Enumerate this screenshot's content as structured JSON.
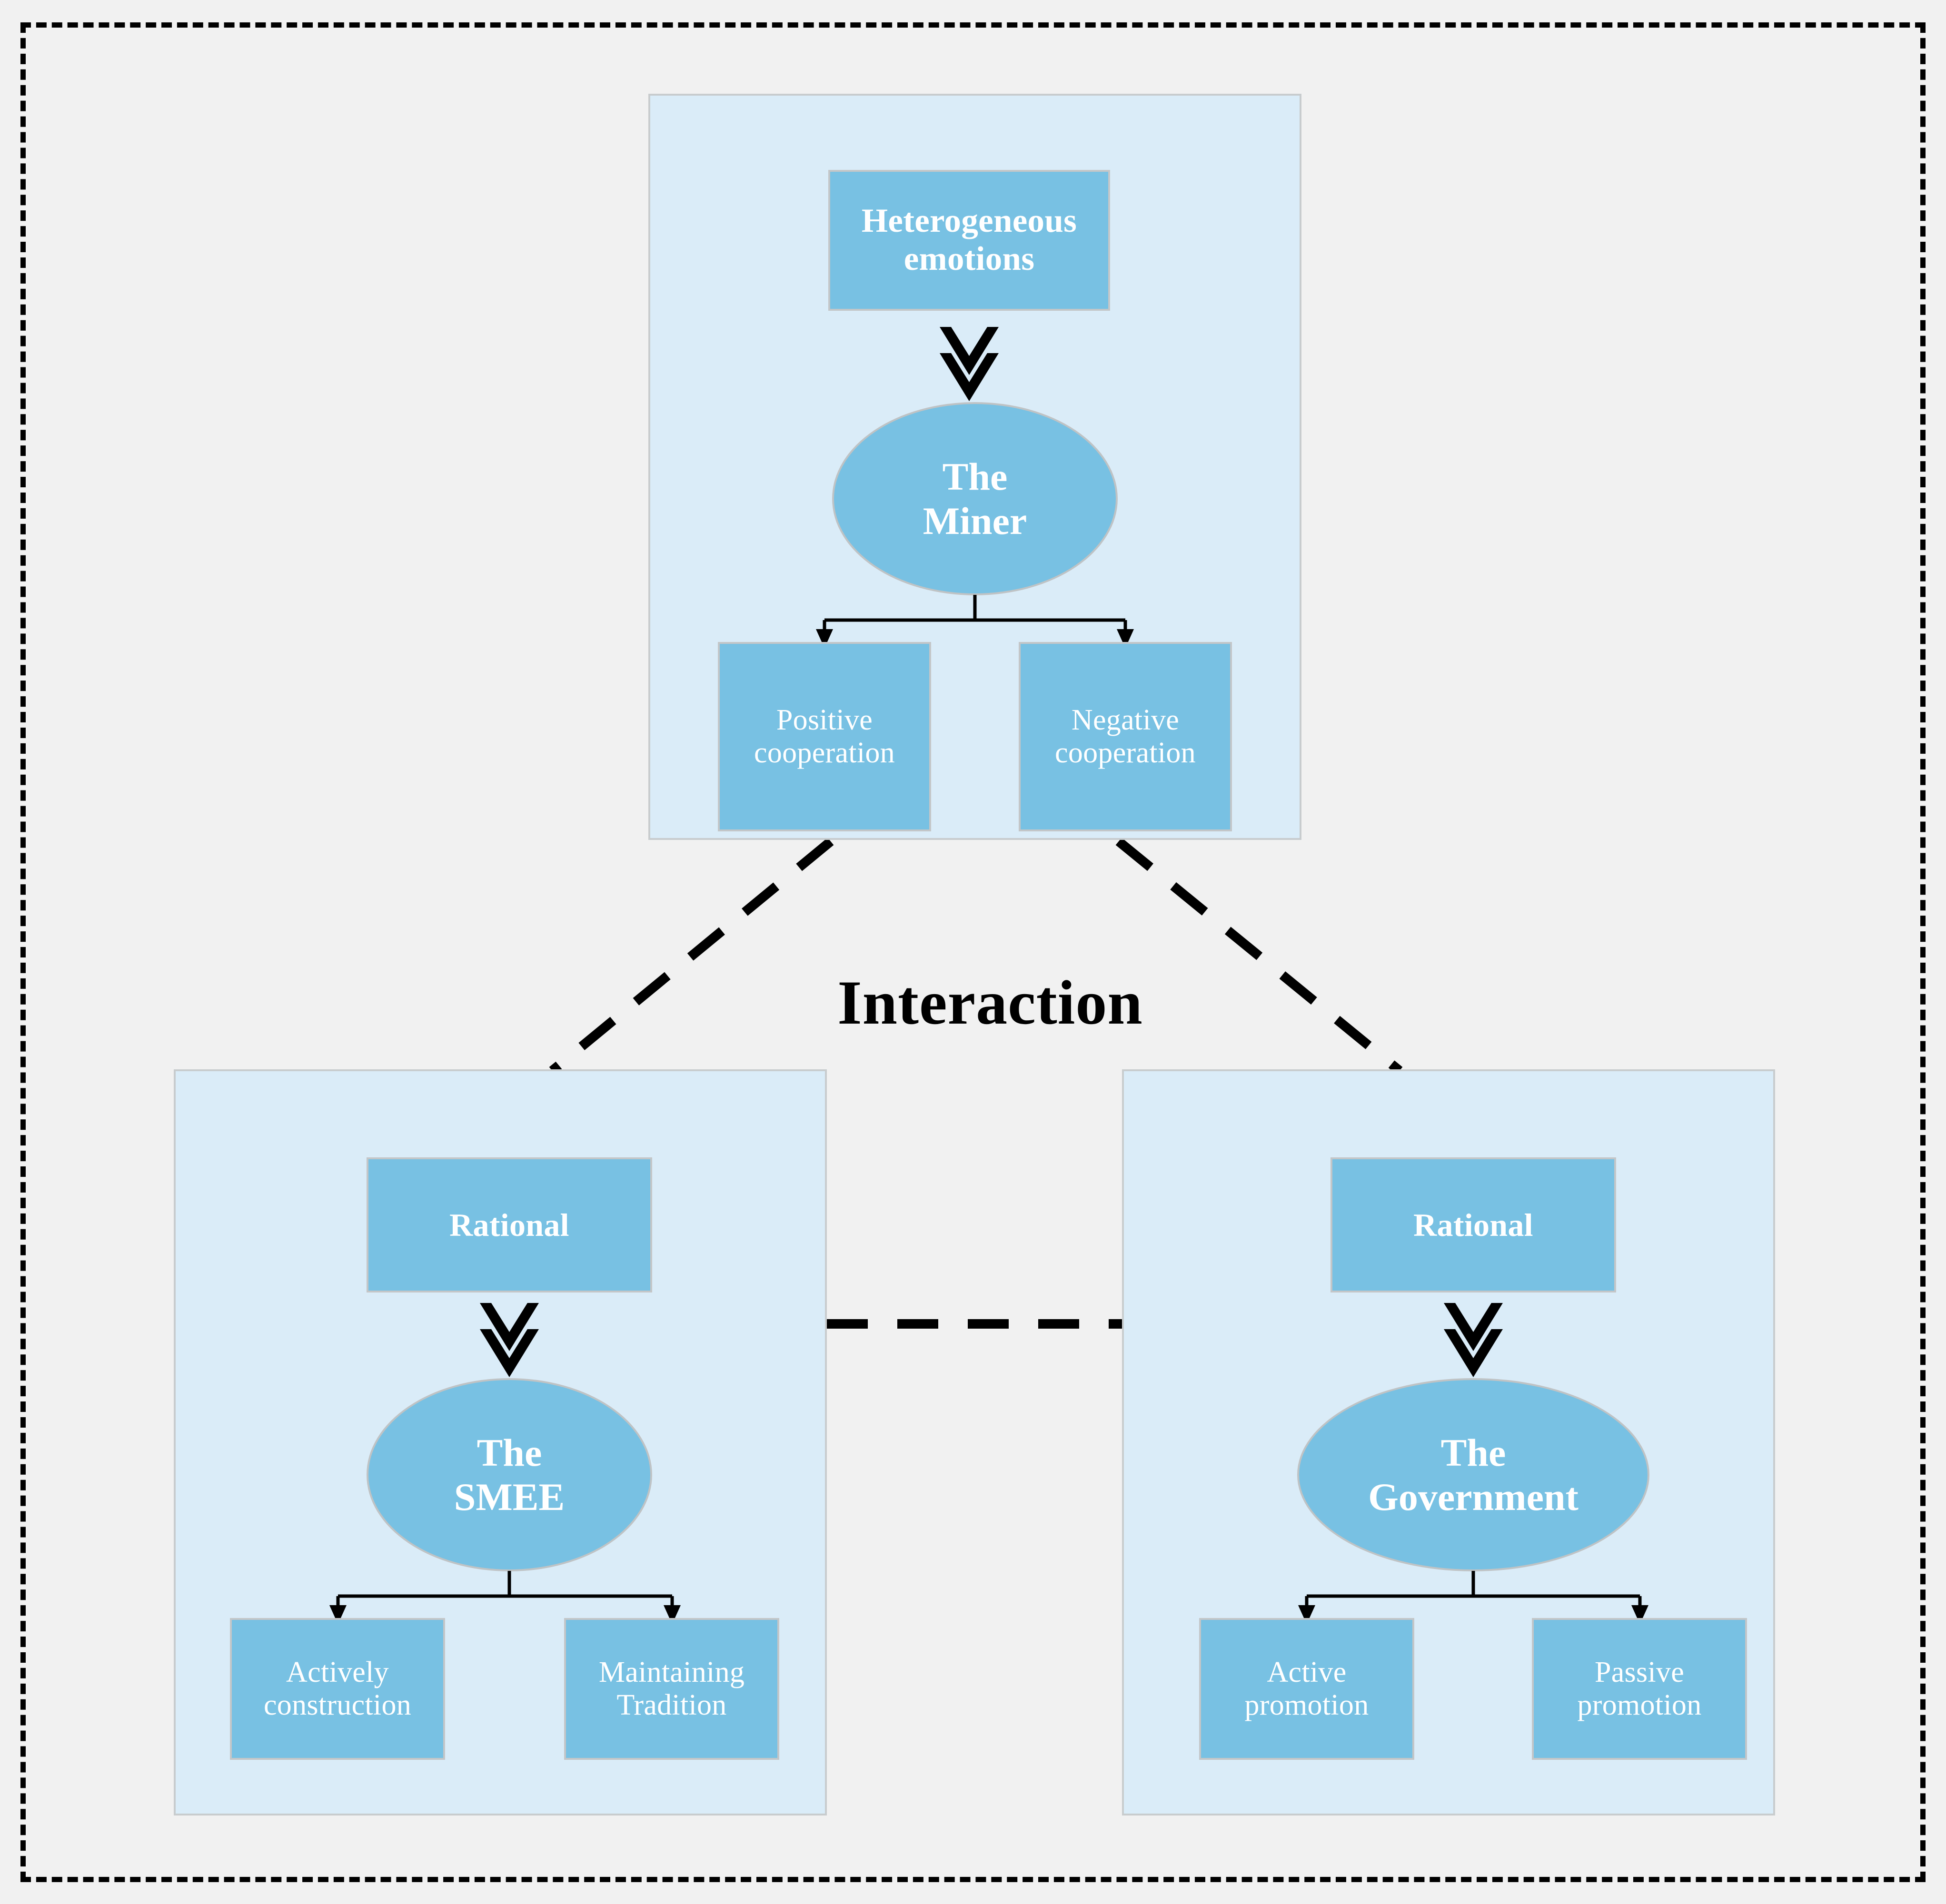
{
  "figure": {
    "center_label": "Interaction",
    "colors": {
      "canvas": "#f1f1f1",
      "panel_fill": "#daecf8",
      "panel_border": "#c8ccce",
      "node_fill": "#78c1e3",
      "node_border": "#c3c6c8",
      "node_text": "#ffffff",
      "connector": "#000000"
    }
  },
  "groups": {
    "miner": {
      "trait_label": "Heterogeneous\nemotions",
      "trait_line1": "Heterogeneous",
      "trait_line2": "emotions",
      "actor_line1": "The",
      "actor_line2": "Miner",
      "actor_label": "The Miner",
      "options": [
        {
          "line1": "Positive",
          "line2": "cooperation",
          "label": "Positive cooperation"
        },
        {
          "line1": "Negative",
          "line2": "cooperation",
          "label": "Negative cooperation"
        }
      ]
    },
    "smee": {
      "trait_label": "Rational",
      "actor_line1": "The",
      "actor_line2": "SMEE",
      "actor_label": "The SMEE",
      "options": [
        {
          "line1": "Actively",
          "line2": "construction",
          "label": "Actively construction"
        },
        {
          "line1": "Maintaining",
          "line2": "Tradition",
          "label": "Maintaining Tradition"
        }
      ]
    },
    "government": {
      "trait_label": "Rational",
      "actor_line1": "The",
      "actor_line2": "Government",
      "actor_label": "The Government",
      "options": [
        {
          "line1": "Active",
          "line2": "promotion",
          "label": "Active promotion"
        },
        {
          "line1": "Passive",
          "line2": "promotion",
          "label": "Passive promotion"
        }
      ]
    }
  }
}
